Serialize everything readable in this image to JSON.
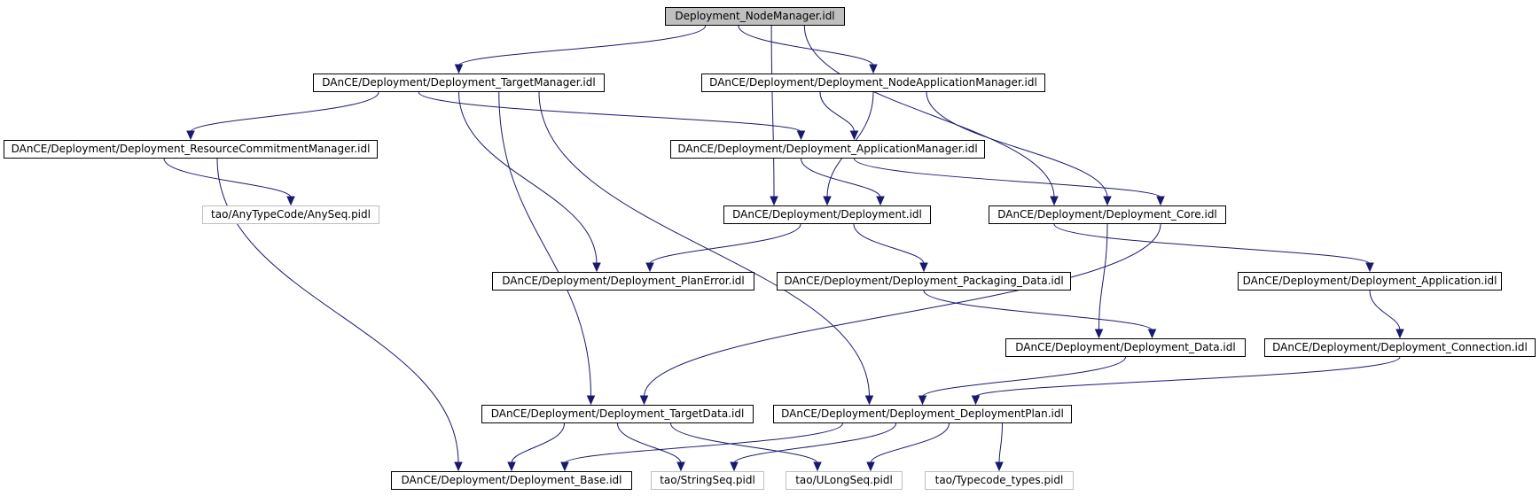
{
  "colors": {
    "edge": "#191970",
    "root_fill": "#bfbfbf",
    "external_border": "#bfbfbf",
    "node_border": "#000000"
  },
  "nodes": {
    "root": "Deployment_NodeManager.idl",
    "target_manager": "DAnCE/Deployment/Deployment_TargetManager.idl",
    "node_application_manager": "DAnCE/Deployment/Deployment_NodeApplicationManager.idl",
    "resource_commitment_manager": "DAnCE/Deployment/Deployment_ResourceCommitmentManager.idl",
    "application_manager": "DAnCE/Deployment/Deployment_ApplicationManager.idl",
    "any_seq": "tao/AnyTypeCode/AnySeq.pidl",
    "deployment": "DAnCE/Deployment/Deployment.idl",
    "core": "DAnCE/Deployment/Deployment_Core.idl",
    "plan_error": "DAnCE/Deployment/Deployment_PlanError.idl",
    "packaging_data": "DAnCE/Deployment/Deployment_Packaging_Data.idl",
    "application": "DAnCE/Deployment/Deployment_Application.idl",
    "data": "DAnCE/Deployment/Deployment_Data.idl",
    "connection": "DAnCE/Deployment/Deployment_Connection.idl",
    "target_data": "DAnCE/Deployment/Deployment_TargetData.idl",
    "deployment_plan": "DAnCE/Deployment/Deployment_DeploymentPlan.idl",
    "base": "DAnCE/Deployment/Deployment_Base.idl",
    "string_seq": "tao/StringSeq.pidl",
    "ulong_seq": "tao/ULongSeq.pidl",
    "typecode_types": "tao/Typecode_types.pidl"
  },
  "edges": [
    [
      "root",
      "target_manager"
    ],
    [
      "root",
      "node_application_manager"
    ],
    [
      "root",
      "deployment"
    ],
    [
      "root",
      "core"
    ],
    [
      "target_manager",
      "resource_commitment_manager"
    ],
    [
      "target_manager",
      "application_manager"
    ],
    [
      "target_manager",
      "plan_error"
    ],
    [
      "target_manager",
      "target_data"
    ],
    [
      "target_manager",
      "deployment_plan"
    ],
    [
      "node_application_manager",
      "application_manager"
    ],
    [
      "node_application_manager",
      "deployment"
    ],
    [
      "node_application_manager",
      "core"
    ],
    [
      "resource_commitment_manager",
      "any_seq"
    ],
    [
      "resource_commitment_manager",
      "base"
    ],
    [
      "application_manager",
      "deployment"
    ],
    [
      "application_manager",
      "core"
    ],
    [
      "deployment",
      "plan_error"
    ],
    [
      "deployment",
      "packaging_data"
    ],
    [
      "core",
      "application"
    ],
    [
      "core",
      "data"
    ],
    [
      "core",
      "target_data"
    ],
    [
      "packaging_data",
      "data"
    ],
    [
      "application",
      "connection"
    ],
    [
      "data",
      "deployment_plan"
    ],
    [
      "connection",
      "deployment_plan"
    ],
    [
      "target_data",
      "base"
    ],
    [
      "target_data",
      "string_seq"
    ],
    [
      "target_data",
      "ulong_seq"
    ],
    [
      "deployment_plan",
      "base"
    ],
    [
      "deployment_plan",
      "string_seq"
    ],
    [
      "deployment_plan",
      "ulong_seq"
    ],
    [
      "deployment_plan",
      "typecode_types"
    ]
  ]
}
